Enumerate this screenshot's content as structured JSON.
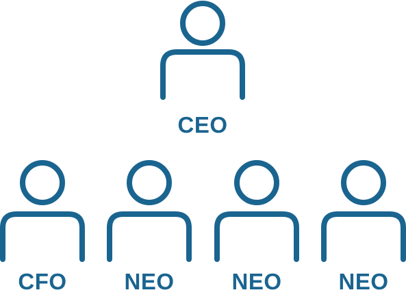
{
  "theme": {
    "icon_color": "#1a6490",
    "label_color": "#1a6490"
  },
  "top": {
    "icon": "person-icon",
    "label": "CEO"
  },
  "bottom": [
    {
      "icon": "person-icon",
      "label": "CFO"
    },
    {
      "icon": "person-icon",
      "label": "NEO"
    },
    {
      "icon": "person-icon",
      "label": "NEO"
    },
    {
      "icon": "person-icon",
      "label": "NEO"
    }
  ]
}
